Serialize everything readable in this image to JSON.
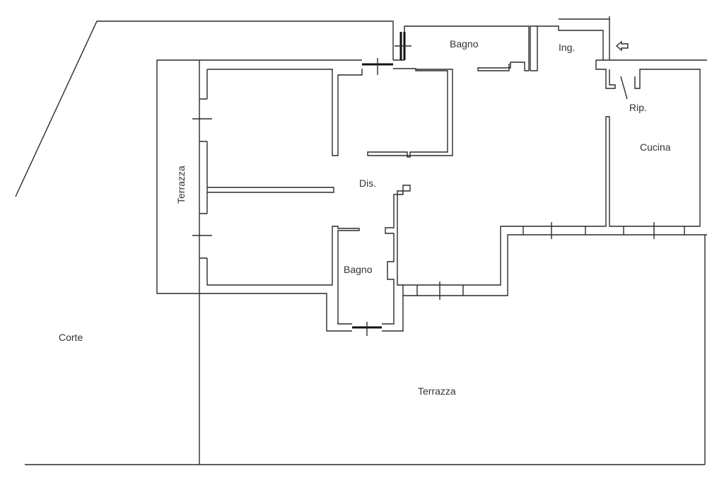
{
  "title": "Floor plan",
  "rooms": {
    "bagno_top": "Bagno",
    "ingresso": "Ing.",
    "ripostiglio": "Rip.",
    "cucina": "Cucina",
    "disimpegno": "Dis.",
    "terrazza_side": "Terrazza",
    "bagno_bottom": "Bagno",
    "corte": "Corte",
    "terrazza_main": "Terrazza"
  },
  "icons": {
    "entrance": "arrow-left-icon"
  },
  "colors": {
    "line": "#2a2a2a",
    "background": "#ffffff"
  }
}
